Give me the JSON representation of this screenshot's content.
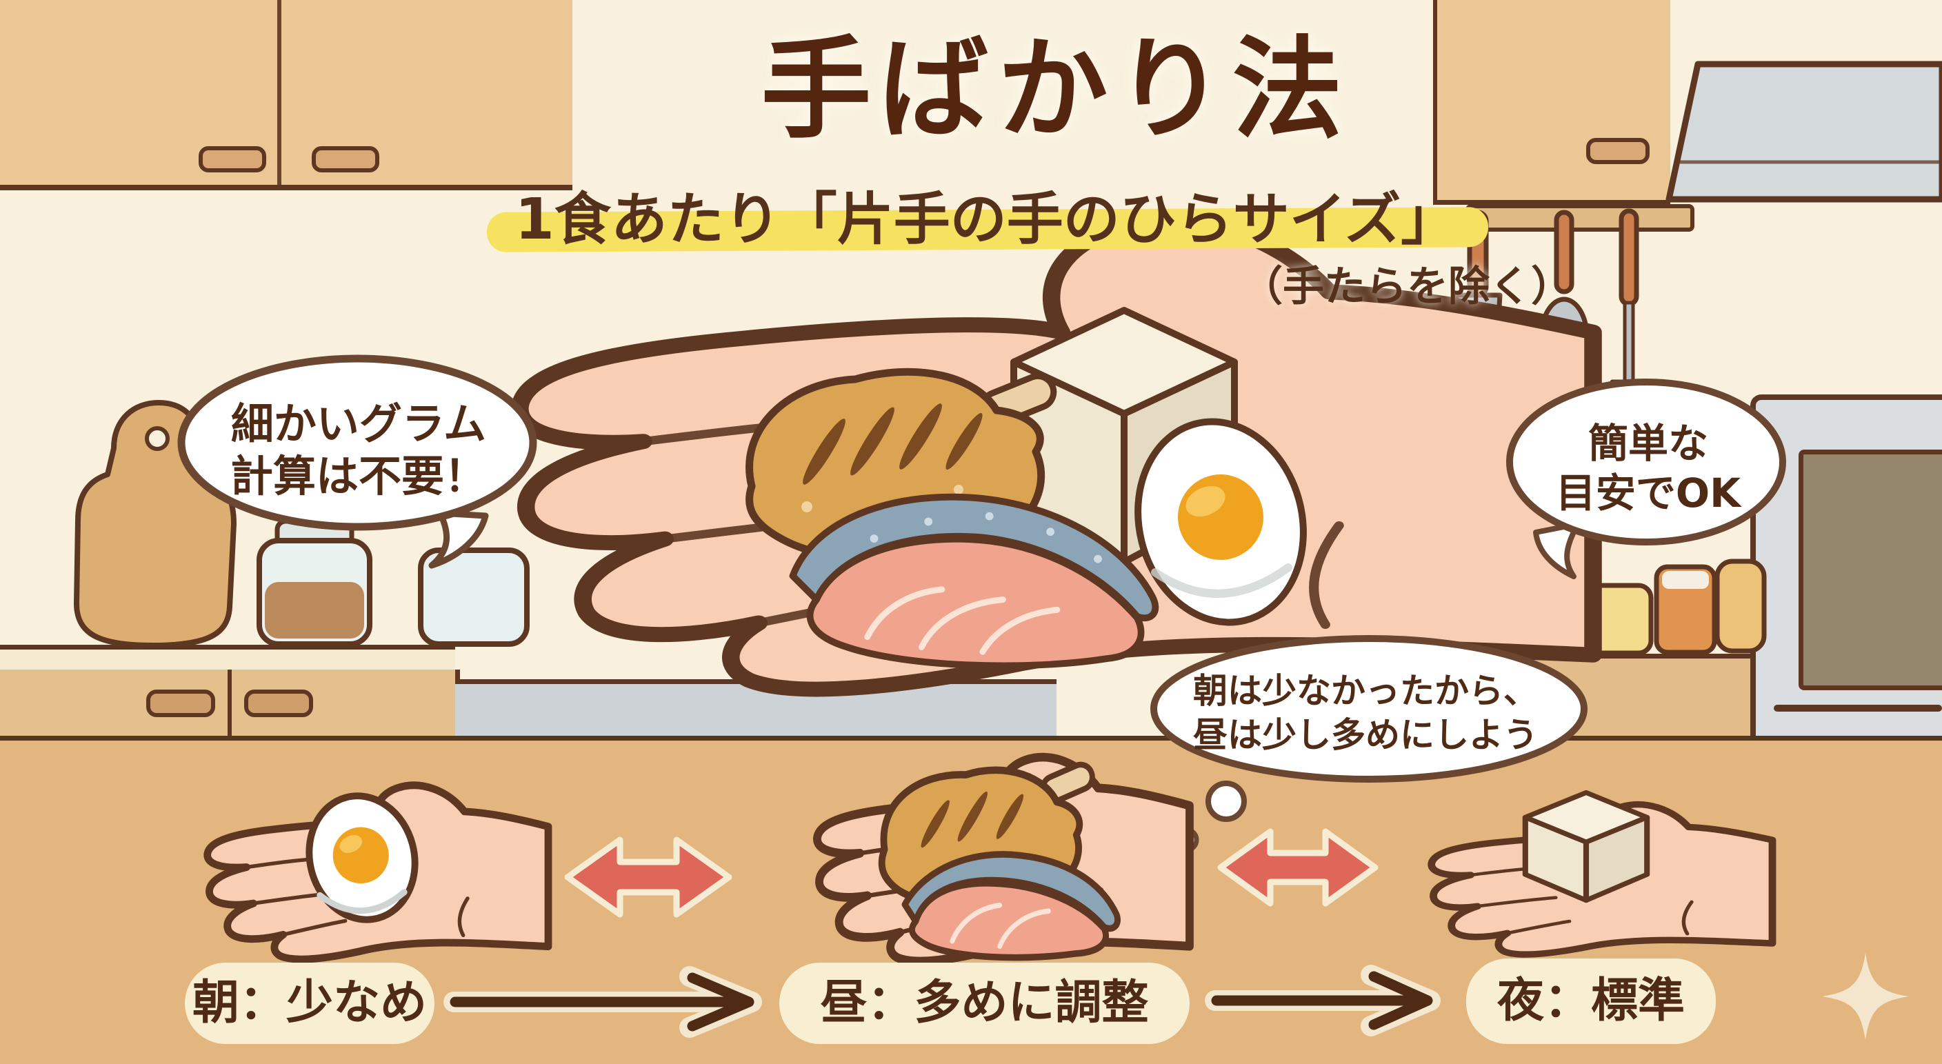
{
  "header": {
    "title": "手ばかり法",
    "subtitle": "1食あたり「片手の手のひらサイズ」",
    "note": "（手たらを除く）"
  },
  "bubbles": {
    "left": {
      "line1": "細かいグラム",
      "line2": "計算は不要！"
    },
    "right": {
      "line1": "簡単な",
      "line2": "目安でOK"
    },
    "thought": {
      "line1": "朝は少なかったから、",
      "line2": "昼は少し多めにしよう"
    }
  },
  "timeline": {
    "morning": {
      "label": "朝：少なめ"
    },
    "noon": {
      "label": "昼：多めに調整"
    },
    "night": {
      "label": "夜：標準"
    }
  },
  "illustrations": {
    "big_hand": "open-palm-holding-foods",
    "foods": [
      "chicken-drumstick",
      "salmon-fillet",
      "tofu-block",
      "boiled-egg-half"
    ],
    "kitchen": [
      "upper-cabinets",
      "range-hood",
      "utensil-rail",
      "spice-jars",
      "oven",
      "cutting-board",
      "glass-jars",
      "counter"
    ]
  },
  "palette": {
    "wall": "#f9f1dd",
    "table": "#e2b67e",
    "outline_brown": "#5d3722",
    "text_brown": "#4f2a14",
    "cabinet_tan": "#ebc795",
    "highlight_yellow": "#f6e260",
    "red_arrow": "#df675a",
    "pill_cream": "#f8efd3",
    "skin": "#f8cfb4",
    "appliance_gray": "#d4d9db"
  }
}
